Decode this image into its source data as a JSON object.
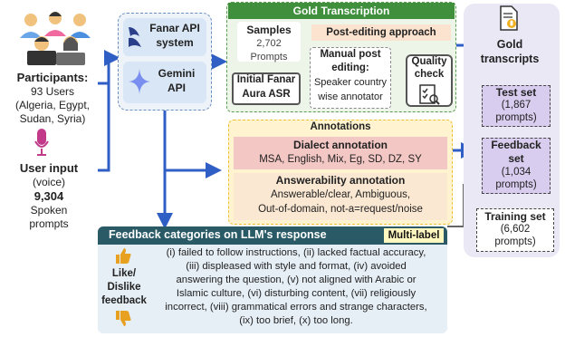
{
  "participants": {
    "label": "Participants:",
    "count": "93 Users",
    "countries": [
      "(Algeria, Egypt,",
      "Sudan, Syria)"
    ]
  },
  "user_input": {
    "label": "User input",
    "sub": "(voice)",
    "count": "9,304",
    "unit": [
      "Spoken",
      "prompts"
    ]
  },
  "apis": {
    "fanar": [
      "Fanar API",
      "system"
    ],
    "gemini": [
      "Gemini",
      "API"
    ]
  },
  "gold": {
    "title": "Gold Transcription",
    "samples_label": "Samples",
    "samples_count": "2,702",
    "samples_unit": "Prompts",
    "post_editing": "Post-editing approach",
    "asr": [
      "Initial Fanar",
      "Aura ASR"
    ],
    "manual_title": [
      "Manual post",
      "editing:"
    ],
    "manual_desc": [
      "Speaker country",
      "wise annotator"
    ],
    "quality": [
      "Quality",
      "check"
    ]
  },
  "annotations": {
    "title": "Annotations",
    "dialect_title": "Dialect annotation",
    "dialect_values": "MSA, English, Mix, Eg, SD, DZ, SY",
    "answer_title": "Answerability annotation",
    "answer_values": [
      "Answerable/clear, Ambiguous,",
      "Out-of-domain, not-a=request/noise"
    ]
  },
  "feedback": {
    "title": "Feedback categories on LLM's response",
    "multilabel": "Multi-label",
    "side": [
      "Like/",
      "Dislike",
      "feedback"
    ],
    "categories": [
      "(i) failed to follow instructions, (ii) lacked factual accuracy,",
      "(iii) displeased with style and format, (iv) avoided",
      "answering the question, (v) not aligned with Arabic or",
      "Islamic culture, (vi) disturbing content, (vii) religiously",
      "incorrect, (viii) grammatical errors and strange characters,",
      "(ix) too brief, (x) too long."
    ]
  },
  "right": {
    "gold_title": [
      "Gold",
      "transcripts"
    ],
    "test": [
      "Test set",
      "(1,867",
      "prompts)"
    ],
    "feedback_set": [
      "Feedback",
      "set",
      "(1,034",
      "prompts)"
    ],
    "training": [
      "Training set",
      "(6,602",
      "prompts)"
    ]
  },
  "colors": {
    "api_bg": "#d8e6f5",
    "gold_header": "#3f8f3c",
    "gold_bg": "#edf5e8",
    "post_editing_bg": "#fbe3cf",
    "annot_bg": "#fff4cf",
    "annot_border": "#f0c030",
    "dialect_bg": "#f3c7c4",
    "answer_bg": "#fbe8d2",
    "feedback_header": "#2a5a66",
    "feedback_bg": "#e6eef6",
    "right_panel_bg": "#ebe8f6",
    "set_bg": "#d8ccef",
    "arrow": "#2f5fc4"
  }
}
